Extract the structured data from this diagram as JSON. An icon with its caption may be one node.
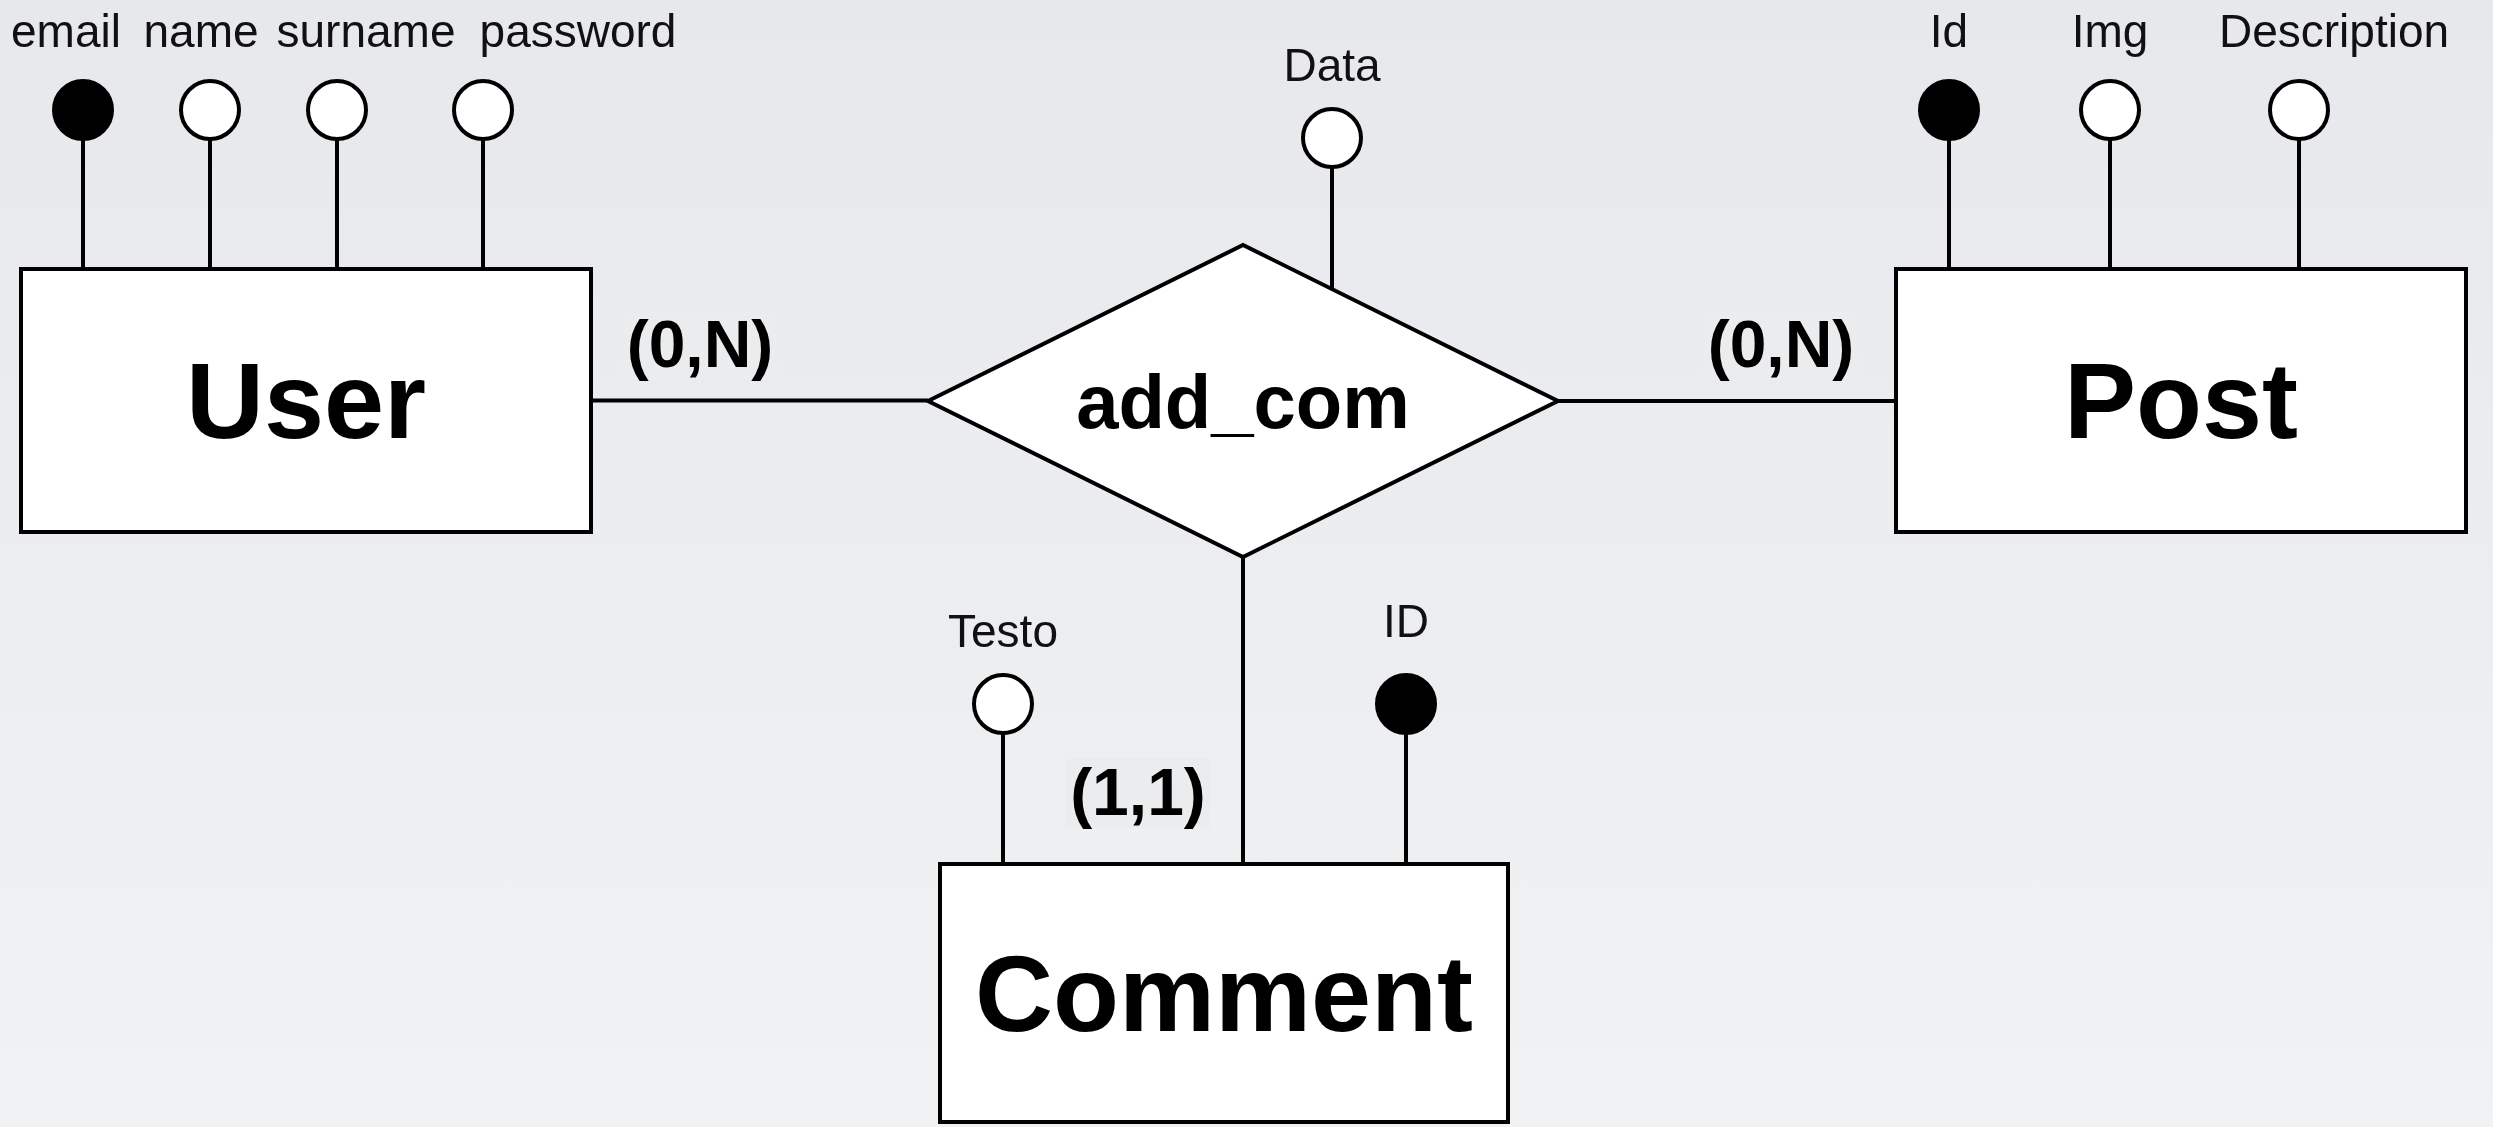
{
  "diagram": {
    "nodes": [
      {
        "text": [],
        "shape": "dot",
        "beside": [
          "email"
        ]
      },
      {
        "text": [],
        "shape": "circle",
        "beside": [
          "name"
        ]
      },
      {
        "text": [],
        "shape": "circle",
        "beside": [
          "surname"
        ]
      },
      {
        "text": [],
        "shape": "circle",
        "beside": [
          "password"
        ]
      },
      {
        "text": [],
        "shape": "circle",
        "beside": [
          "Data"
        ]
      },
      {
        "text": [],
        "shape": "dot",
        "beside": [
          "Id"
        ]
      },
      {
        "text": [],
        "shape": "circle",
        "beside": [
          "Img"
        ]
      },
      {
        "text": [],
        "shape": "circle",
        "beside": [
          "Description"
        ]
      },
      {
        "text": [
          "User"
        ]
      },
      {
        "text": [
          "add_com"
        ]
      },
      {
        "text": [
          "Post"
        ]
      },
      {
        "text": [],
        "shape": "circle",
        "beside": [
          "Testo"
        ]
      },
      {
        "text": [],
        "shape": "dot",
        "beside": [
          "ID"
        ]
      },
      {
        "text": [
          "Comment"
        ]
      }
    ],
    "edges": [
      {
        "from": 0,
        "to": 8,
        "arrow": "none"
      },
      {
        "from": 1,
        "to": 8,
        "arrow": "none"
      },
      {
        "from": 2,
        "to": 8,
        "arrow": "none"
      },
      {
        "from": 3,
        "to": 8,
        "arrow": "none"
      },
      {
        "from": 4,
        "to": 9,
        "arrow": "none"
      },
      {
        "from": 5,
        "to": 10,
        "arrow": "none"
      },
      {
        "from": 6,
        "to": 10,
        "arrow": "none"
      },
      {
        "from": 7,
        "to": 10,
        "arrow": "none"
      },
      {
        "from": 11,
        "to": 13,
        "arrow": "none"
      },
      {
        "from": 12,
        "to": 13,
        "arrow": "none"
      },
      {
        "from": 8,
        "to": 9,
        "arrow": "none",
        "label": "(0,N)"
      },
      {
        "from": 9,
        "to": 10,
        "arrow": "none",
        "label": "(0,N)"
      },
      {
        "from": 9,
        "to": 13,
        "arrow": "none",
        "label": "(1,1)"
      }
    ]
  }
}
